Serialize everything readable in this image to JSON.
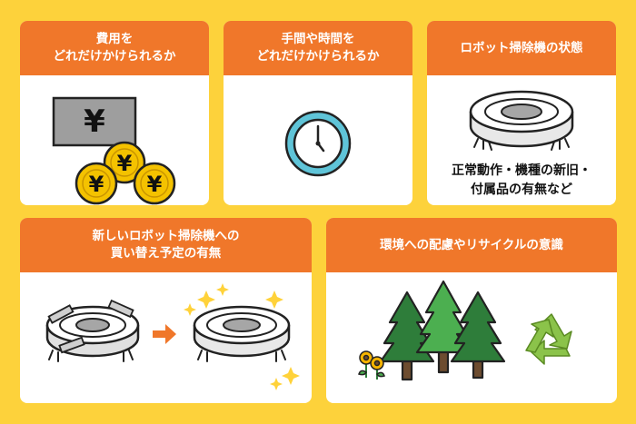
{
  "colors": {
    "background": "#fdd23b",
    "header": "#f0772a",
    "card": "#ffffff",
    "coin": "#f4c200",
    "clock_ring": "#5fc4d8",
    "tree_dark": "#2e7d3a",
    "tree_light": "#4caf50",
    "recycle": "#8bc34a",
    "flower": "#f6b400"
  },
  "cards": [
    {
      "title": "費用を\nどれだけかけられるか",
      "icon": "yen-note-and-coins"
    },
    {
      "title": "手間や時間を\nどれだけかけられるか",
      "icon": "clock-icon"
    },
    {
      "title": "ロボット掃除機の状態",
      "icon": "robot-vacuum-icon",
      "caption": "正常動作・機種の新旧・\n付属品の有無など"
    },
    {
      "title": "新しいロボット掃除機への\n買い替え予定の有無",
      "icon": "old-to-new-vacuum"
    },
    {
      "title": "環境への配慮やリサイクルの意識",
      "icon": "trees-and-recycle"
    }
  ],
  "yen_symbol": "¥"
}
